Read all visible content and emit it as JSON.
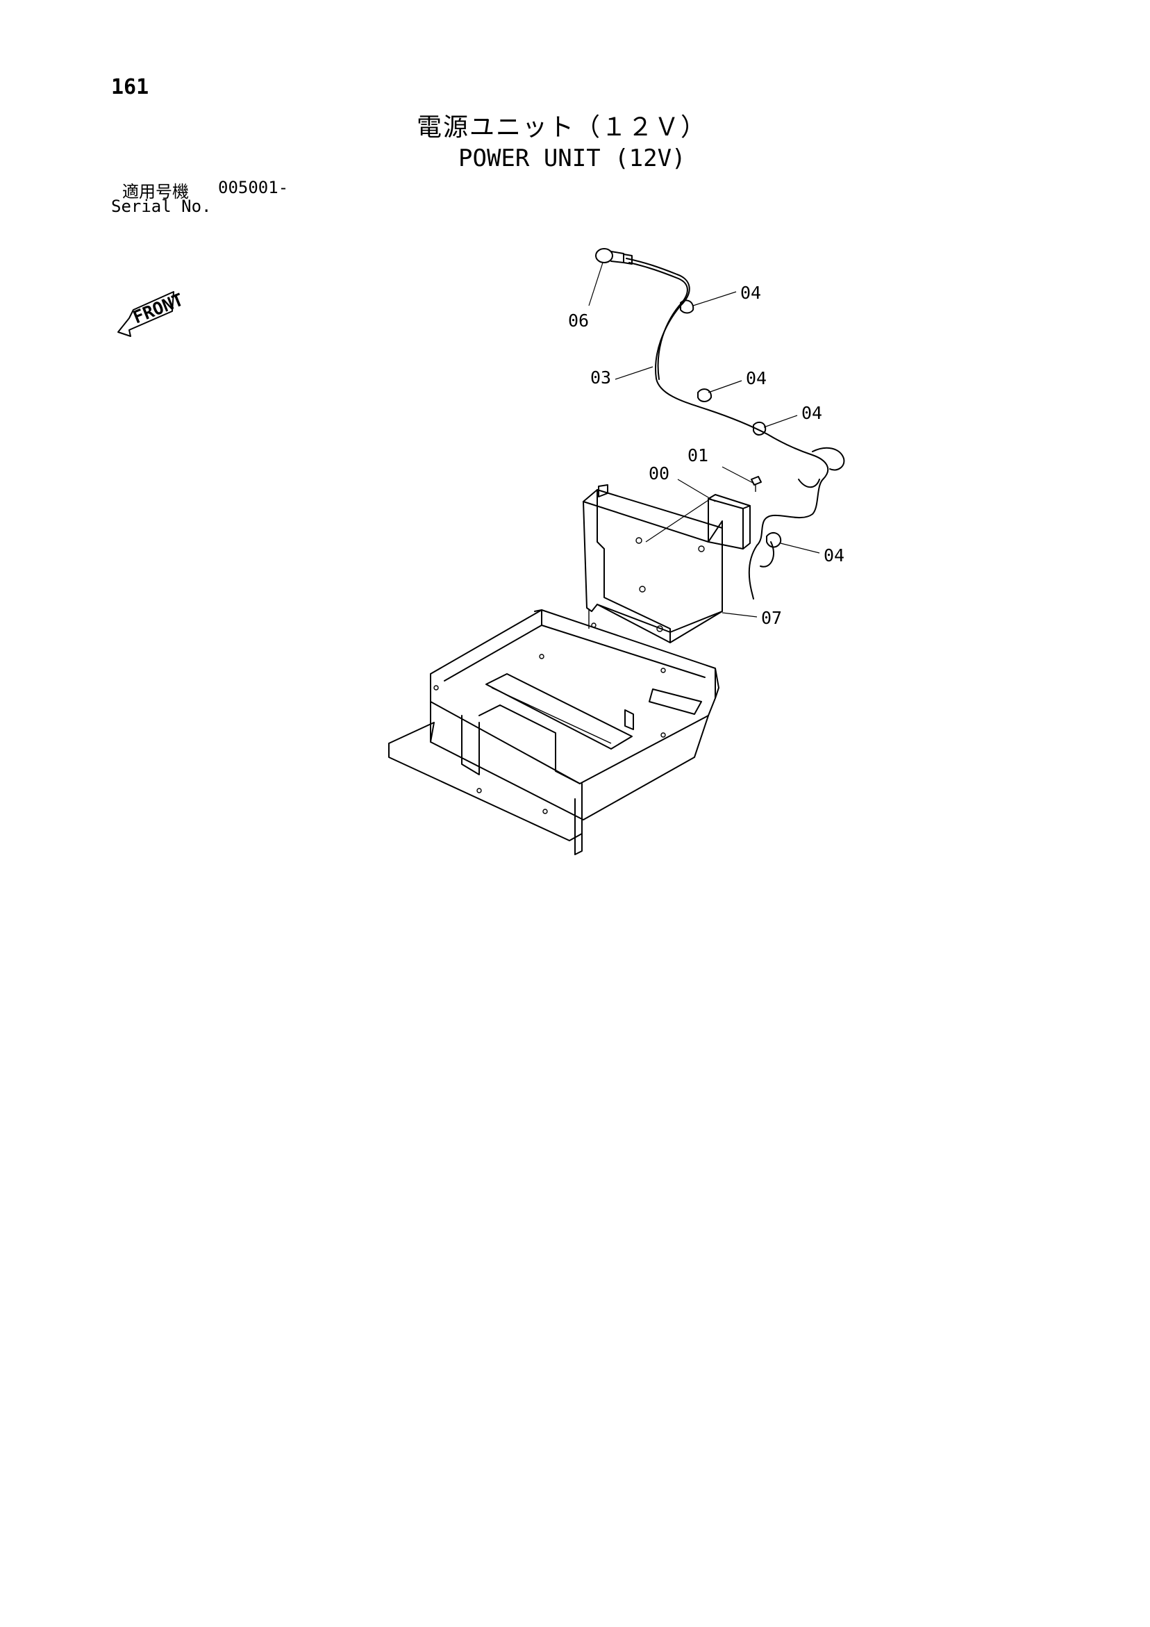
{
  "page": {
    "number": "161",
    "title_jp": "電源ユニット（１２Ｖ）",
    "title_en": "POWER UNIT (12V)",
    "serial_label_jp": "適用号機",
    "serial_value": "005001-",
    "serial_label_en": "Serial No."
  },
  "front_marker": {
    "label": "FRONT",
    "icon": "front-arrow-icon"
  },
  "callouts": {
    "c00": "00",
    "c01": "01",
    "c03": "03",
    "c04a": "04",
    "c04b": "04",
    "c04c": "04",
    "c04d": "04",
    "c06": "06",
    "c07": "07"
  }
}
